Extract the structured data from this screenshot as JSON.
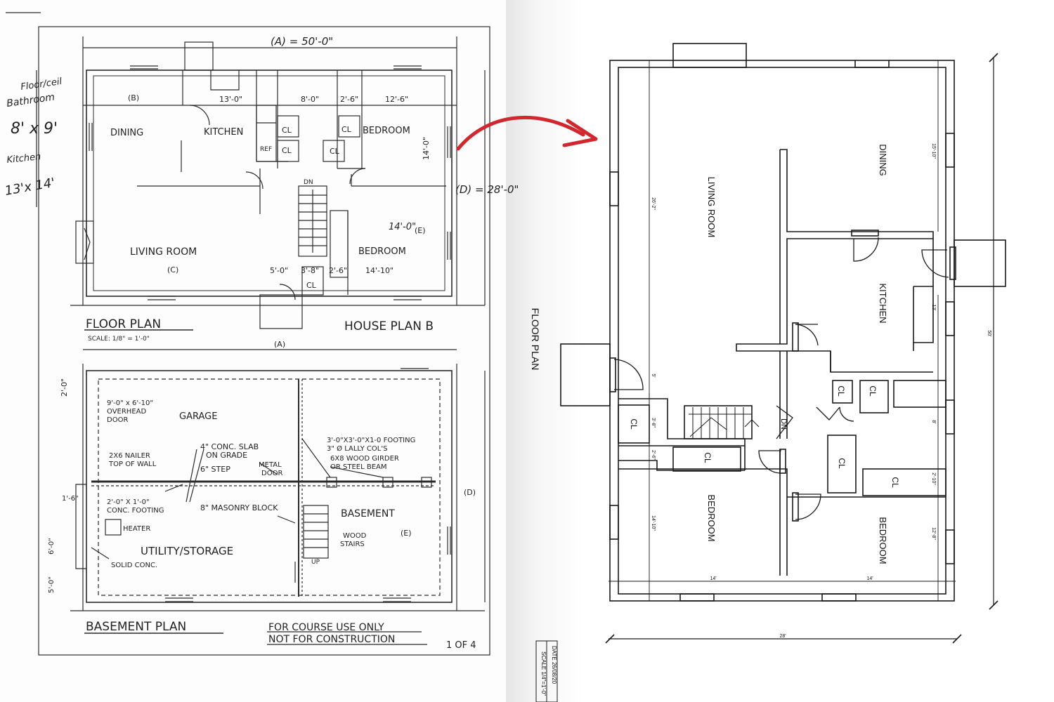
{
  "sketch": {
    "side_note": {
      "line1": "Floor/ceil",
      "line2": "Bathroom",
      "line3": "8' x 9'",
      "line4": "Kitchen",
      "line5": "13'x 14'"
    },
    "floor_plan": {
      "dim_width": "(A) = 50'-0\"",
      "dim_depth": "(D) = 28'-0\"",
      "labels": {
        "b": "(B)",
        "c": "(C)",
        "e": "(E)",
        "dining": "DINING",
        "kitchen": "KITCHEN",
        "bedroom1": "BEDROOM",
        "bedroom2": "BEDROOM",
        "living": "LIVING ROOM",
        "ref": "REF",
        "dn": "DN",
        "cl1": "CL",
        "cl2": "CL",
        "cl3": "CL",
        "cl4": "CL",
        "cl5": "CL"
      },
      "dims": {
        "d1": "13'-0\"",
        "d2": "8'-0\"",
        "d3": "2'-6\"",
        "d4": "12'-6\"",
        "d5": "14'-0\"",
        "d6": "14'-0\"",
        "d7": "5'-0\"",
        "d8": "3'-8\"",
        "d9": "2'-6\"",
        "d10": "14'-10\""
      },
      "title": "FLOOR PLAN",
      "scale": "SCALE: 1/8\" = 1'-0\"",
      "house_plan": "HOUSE PLAN B"
    },
    "basement_plan": {
      "a": "(A)",
      "d": "(D)",
      "e": "(E)",
      "dim_left1": "2'-0\"",
      "dim_left2": "1'-6\"",
      "dim_left3": "6'-0\"",
      "dim_left4": "5'-0\"",
      "notes": {
        "overhead1": "9'-0\" x 6'-10\"",
        "overhead2": "OVERHEAD",
        "overhead3": "DOOR",
        "garage": "GARAGE",
        "slab1": "4\" CONC. SLAB",
        "slab2": "ON GRADE",
        "nailer1": "2X6 NAILER",
        "nailer2": "TOP OF WALL",
        "step": "6\" STEP",
        "metal1": "METAL",
        "metal2": "DOOR",
        "footing1": "3'-0\"X3'-0\"X1-0 FOOTING",
        "footing2": "3\" Ø LALLY COL'S",
        "girder1": "6X8 WOOD GIRDER",
        "girder2": "OR STEEL BEAM",
        "foot2_1": "2'-0\" X 1'-0\"",
        "foot2_2": "CONC. FOOTING",
        "masonry": "8\" MASONRY BLOCK",
        "heater": "HEATER",
        "basement": "BASEMENT",
        "utility": "UTILITY/STORAGE",
        "wood1": "WOOD",
        "wood2": "STAIRS",
        "up": "UP",
        "solid": "SOLID CONC."
      },
      "title": "BASEMENT PLAN",
      "course1": "FOR COURSE USE ONLY",
      "course2": "NOT FOR CONSTRUCTION",
      "sheet": "1 OF 4"
    }
  },
  "cad": {
    "title": "FLOOR PLAN",
    "rooms": {
      "living": "LIVING ROOM",
      "dining": "DINING",
      "kitchen": "KITCHEN",
      "bed1": "BEDROOM",
      "bed2": "BEDROOM",
      "dn": "DN",
      "cl1": "CL",
      "cl2": "CL",
      "cl3": "CL",
      "cl4": "CL",
      "cl5": "CL",
      "cl6": "CL"
    },
    "dims": {
      "d_26_2": "26'-2\"",
      "d_15_10": "15'-10\"",
      "d_13": "13'",
      "d_50": "50'",
      "d_5": "5'",
      "d_3_8": "3'-8\"",
      "d_2_6": "2'-6\"",
      "d_8": "8'",
      "d_2_10": "2'-10\"",
      "d_14_10": "14'-10\"",
      "d_12_8": "12'-8\"",
      "d_14a": "14'",
      "d_14b": "14'",
      "d_28": "28'"
    },
    "title_block": {
      "date": "DATE 26/08/20",
      "scale": "SCALE 1/4\"=1'-0\""
    }
  },
  "colors": {
    "arrow": "#d0282e",
    "ink": "#1a1a1a",
    "pencil": "#2a2a2a"
  }
}
